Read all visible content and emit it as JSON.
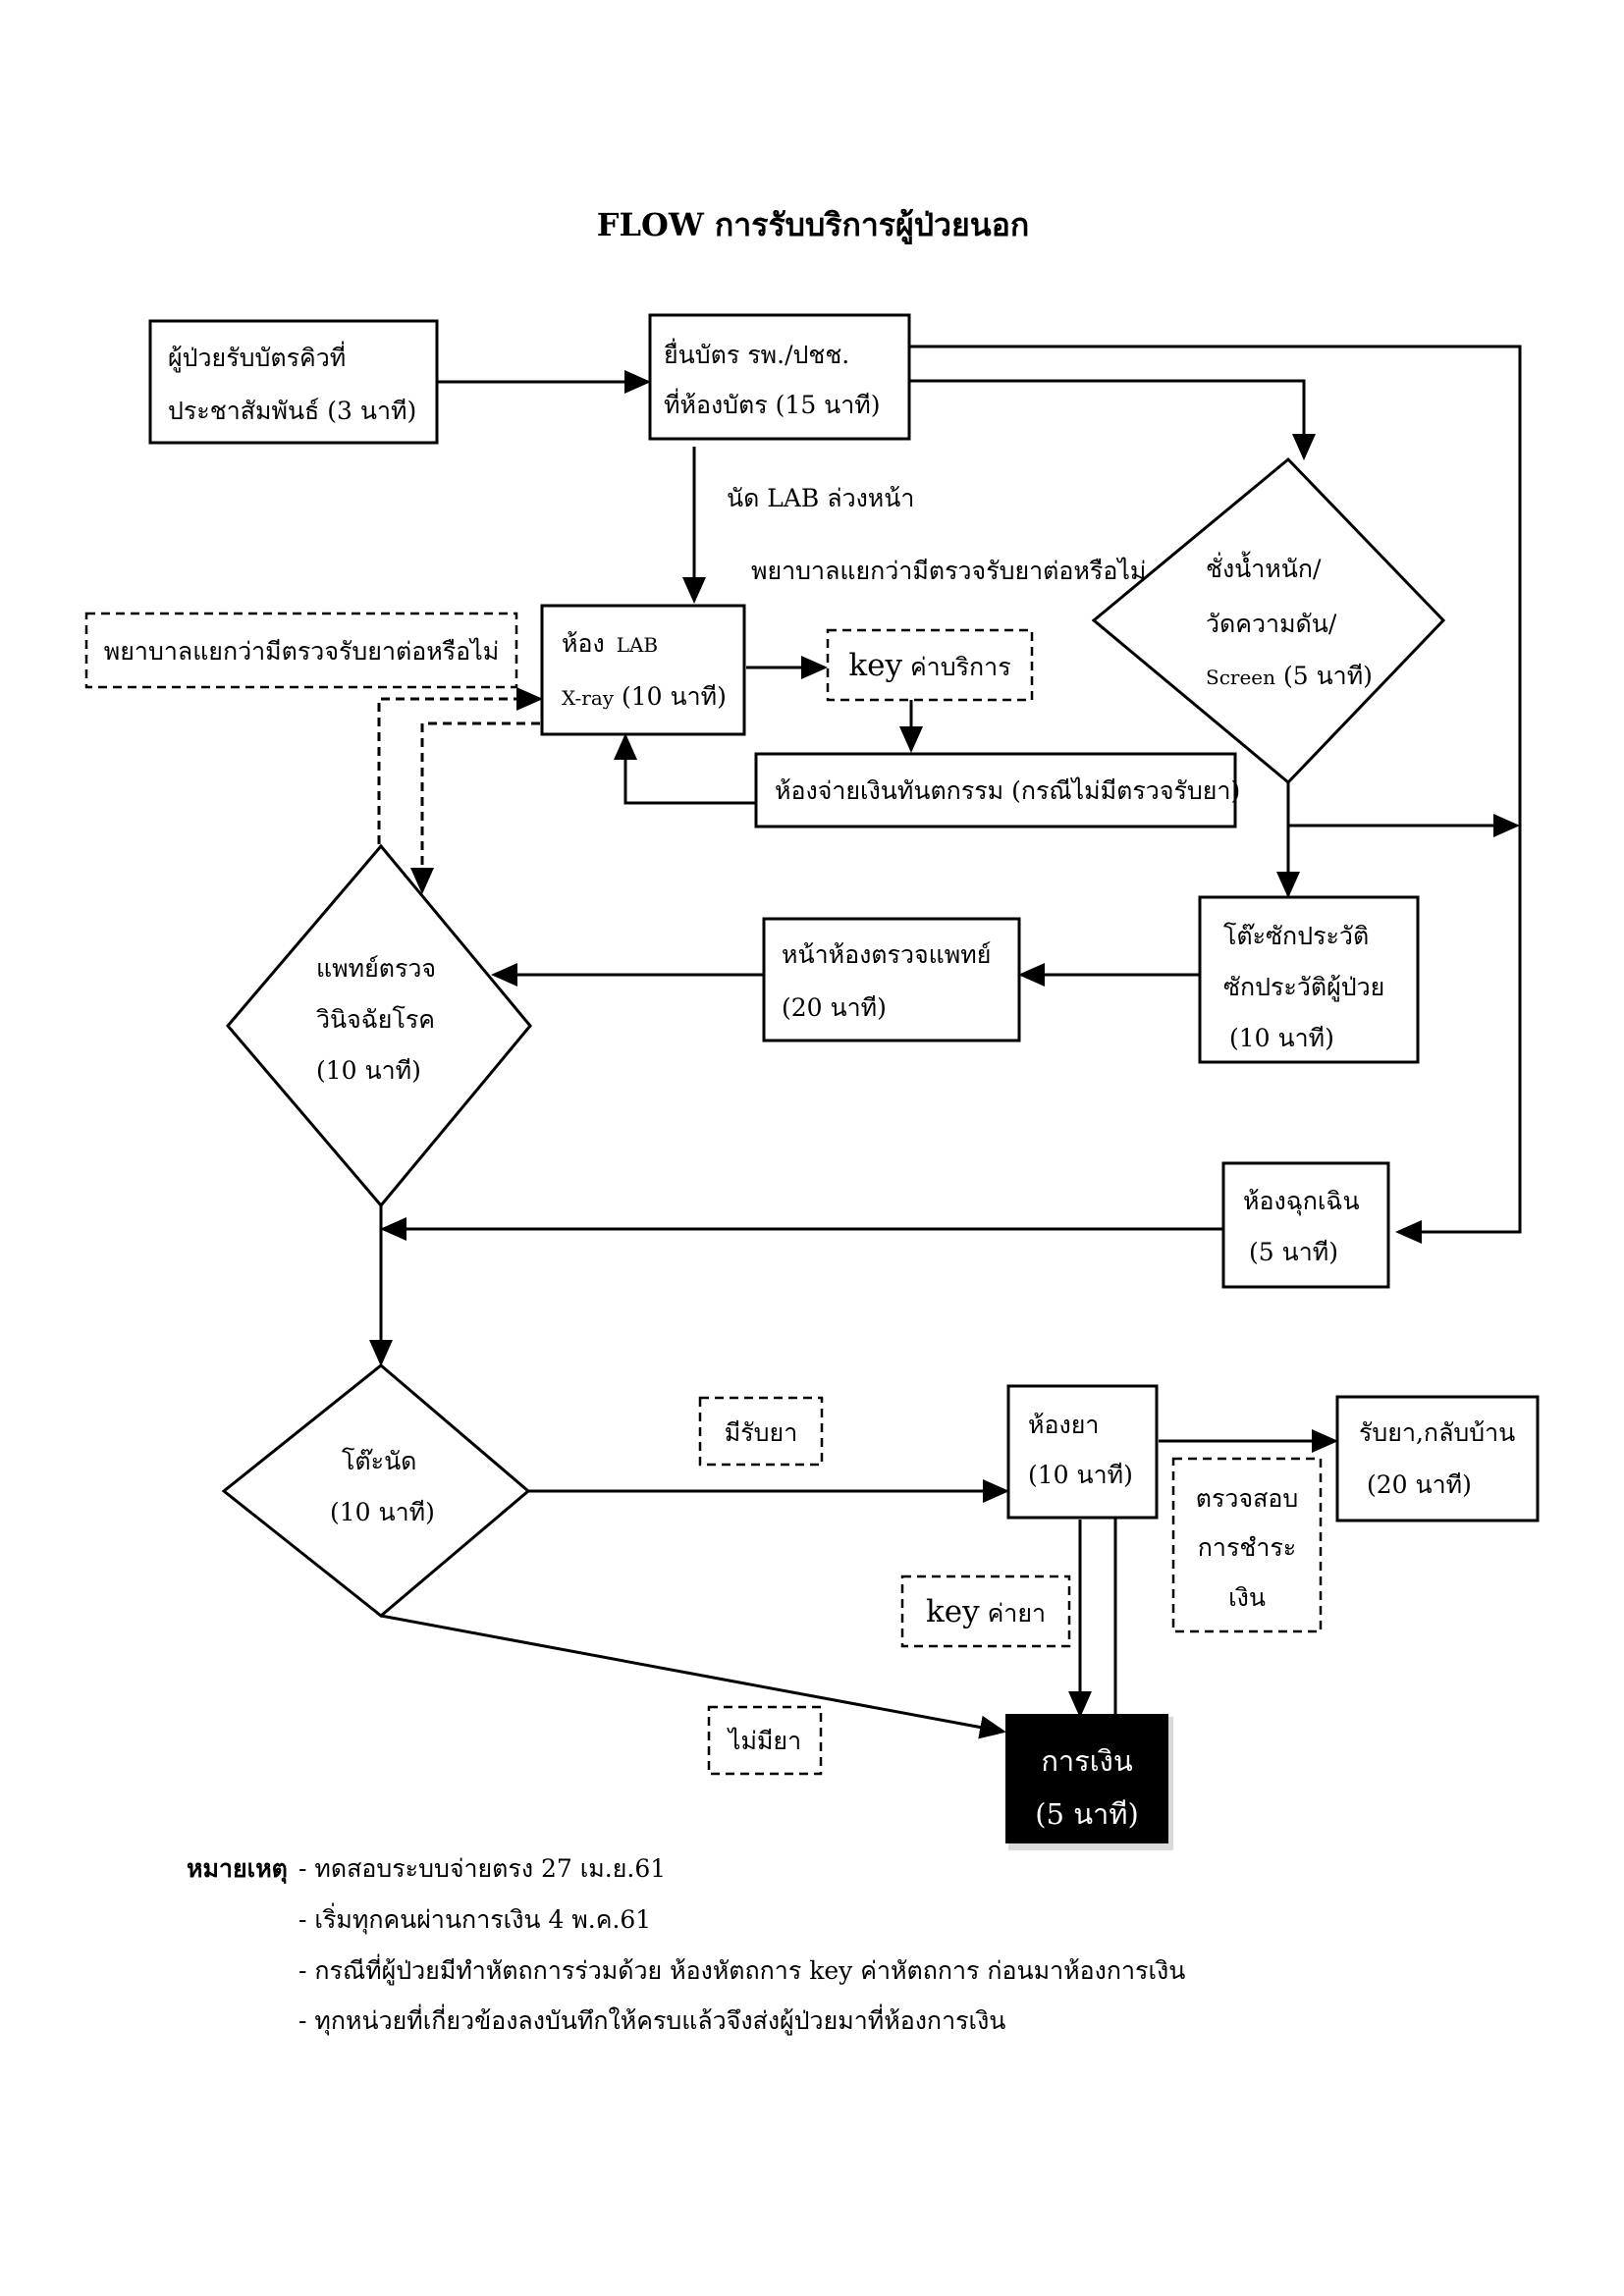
{
  "title": "FLOW  การรับบริการผู้ป่วยนอก",
  "nodes": {
    "queue": {
      "line1": "ผู้ป่วยรับบัตรคิวที่",
      "line2": "ประชาสัมพันธ์ (3 นาที)"
    },
    "card": {
      "line1": "ยื่นบัตร รพ./ปชช.",
      "line2": "ที่ห้องบัตร (15 นาที)"
    },
    "weigh": {
      "line1": "ชั่งน้ำหนัก/",
      "line2": "วัดความดัน/",
      "line3_a": "Screen",
      "line3_b": " (5 นาที)"
    },
    "lab": {
      "line1_a": "ห้อง",
      "line1_b": "LAB",
      "line2_a": "X-ray",
      "line2_b": " (10 นาที)"
    },
    "history": {
      "line1": "โต๊ะซักประวัติ",
      "line2": "ซักประวัติผู้ป่วย",
      "line3": "(10 นาที)"
    },
    "exam_front": {
      "line1": "หน้าห้องตรวจแพทย์",
      "line2": "(20 นาที)"
    },
    "doctor": {
      "line1": "แพทย์ตรวจ",
      "line2": "วินิจฉัยโรค",
      "line3": "(10 นาที)"
    },
    "emergency": {
      "line1": "ห้องฉุกเฉิน",
      "line2": "(5 นาที)"
    },
    "appointment": {
      "line1": "โต๊ะนัด",
      "line2": "(10 นาที)"
    },
    "pharmacy": {
      "line1": "ห้องยา",
      "line2": "(10 นาที)"
    },
    "go_home": {
      "line1": "รับยา,กลับบ้าน",
      "line2": "(20 นาที)"
    },
    "finance": {
      "line1": "การเงิน",
      "line2": "(5 นาที)"
    },
    "dental_pay": {
      "text": "ห้องจ่ายเงินทันตกรรม (กรณีไม่มีตรวจรับยา)"
    }
  },
  "notes": {
    "nurse_left": "พยาบาลแยกว่ามีตรวจรับยาต่อหรือไม่",
    "key_service_a": "key",
    "key_service_b": " ค่าบริการ",
    "key_drug_a": "key",
    "key_drug_b": " ค่ายา",
    "has_drug": "มีรับยา",
    "no_drug": "ไม่มียา",
    "check_payment": {
      "line1": "ตรวจสอบ",
      "line2": "การชำระ",
      "line3": "เงิน"
    }
  },
  "labels": {
    "lab_appt": "นัด LAB ล่วงหน้า",
    "nurse_top": "พยาบาลแยกว่ามีตรวจรับยาต่อหรือไม่"
  },
  "remarks": {
    "heading": "หมายเหตุ",
    "items": [
      "- ทดสอบระบบจ่ายตรง 27 เม.ย.61",
      "- เริ่มทุกคนผ่านการเงิน 4 พ.ค.61",
      "- กรณีที่ผู้ป่วยมีทำหัตถการร่วมด้วย ห้องหัตถการ key ค่าหัตถการ ก่อนมาห้องการเงิน",
      "- ทุกหน่วยที่เกี่ยวข้องลงบันทึกให้ครบแล้วจึงส่งผู้ป่วยมาที่ห้องการเงิน"
    ]
  }
}
